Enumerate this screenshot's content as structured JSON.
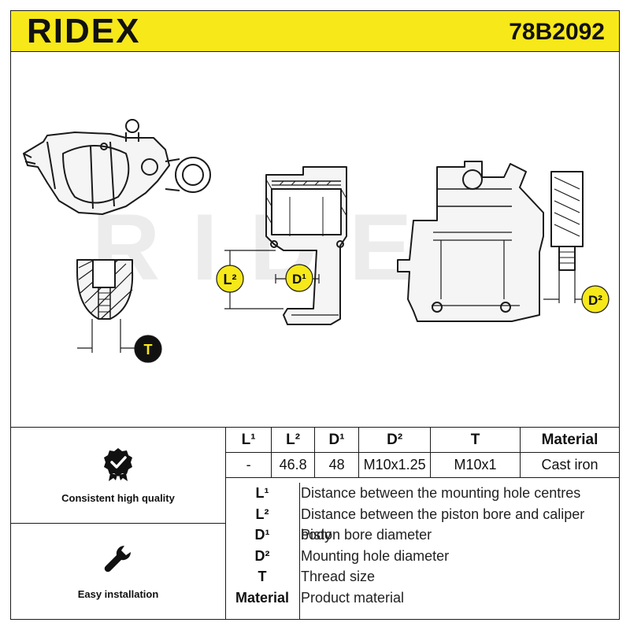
{
  "header": {
    "brand": "RIDEX",
    "part_number": "78B2092",
    "background_color": "#f7e81a"
  },
  "watermark": "RIDEX",
  "diagram": {
    "labels": {
      "l2": "L²",
      "d1": "D¹",
      "d2": "D²",
      "t": "T"
    }
  },
  "features": [
    {
      "icon": "quality-check-icon",
      "label": "Consistent high quality"
    },
    {
      "icon": "wrench-icon",
      "label": "Easy installation"
    }
  ],
  "spec_table": {
    "headers": [
      "L¹",
      "L²",
      "D¹",
      "D²",
      "T",
      "Material"
    ],
    "values": [
      "-",
      "46.8",
      "48",
      "M10x1.25",
      "M10x1",
      "Cast iron"
    ]
  },
  "legend": [
    {
      "abbr": "L¹",
      "desc": "Distance between the mounting hole centres"
    },
    {
      "abbr": "L²",
      "desc": "Distance between the piston bore and caliper body"
    },
    {
      "abbr": "D¹",
      "desc": "Piston bore diameter"
    },
    {
      "abbr": "D²",
      "desc": "Mounting hole diameter"
    },
    {
      "abbr": "T",
      "desc": "Thread size"
    },
    {
      "abbr": "Material",
      "desc": "Product material"
    }
  ]
}
